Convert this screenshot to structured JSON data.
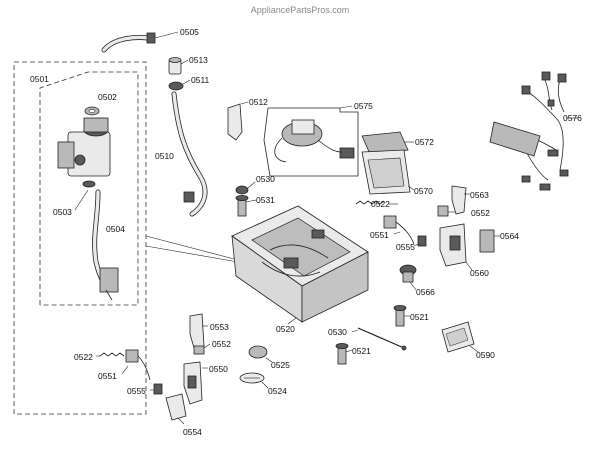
{
  "watermark": "AppliancePartsPros.com",
  "callouts": {
    "c0505": "0505",
    "c0513": "0513",
    "c0511": "0511",
    "c0501": "0501",
    "c0502": "0502",
    "c0512": "0512",
    "c0575": "0575",
    "c0576": "0576",
    "c0572": "0572",
    "c0510": "0510",
    "c0530a": "0530",
    "c0570": "0570",
    "c0531": "0531",
    "c0563": "0563",
    "c0503": "0503",
    "c0522a": "0522",
    "c0552a": "0552",
    "c0504": "0504",
    "c0551a": "0551",
    "c0564": "0564",
    "c0555a": "0555",
    "c0560": "0560",
    "c0566": "0566",
    "c0553": "0553",
    "c0521a": "0521",
    "c0520": "0520",
    "c0530b": "0530",
    "c0552b": "0552",
    "c0522b": "0522",
    "c0521b": "0521",
    "c0590": "0590",
    "c0550": "0550",
    "c0525": "0525",
    "c0551b": "0551",
    "c0555b": "0555",
    "c0524": "0524",
    "c0554": "0554"
  }
}
